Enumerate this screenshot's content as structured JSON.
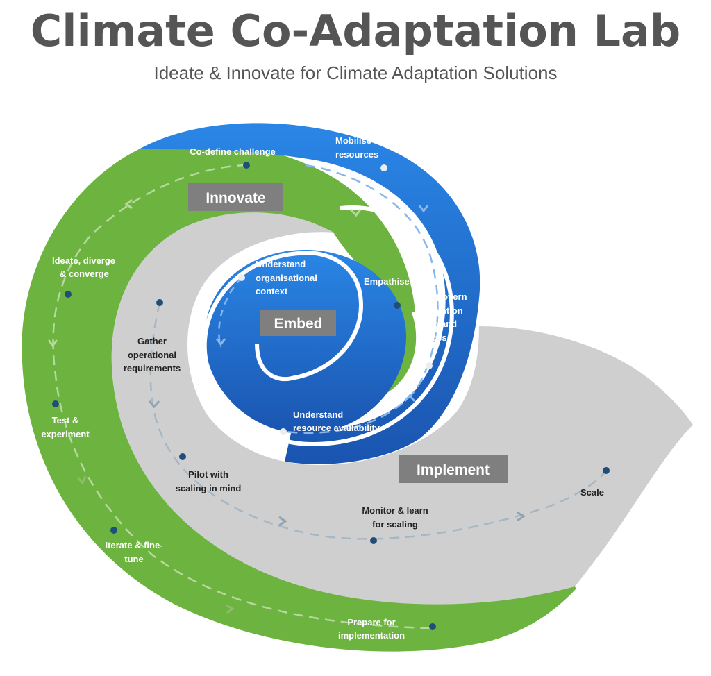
{
  "header": {
    "title": "Climate Co-Adaptation Lab",
    "subtitle": "Ideate & Innovate for Climate Adaptation Solutions"
  },
  "phases": {
    "innovate": "Innovate",
    "embed": "Embed",
    "implement": "Implement"
  },
  "steps": {
    "co_define": "Co-define challenge",
    "mobilise_1": "Mobilise",
    "mobilise_2": "resources",
    "ideate_1": "Ideate, diverge",
    "ideate_2": "& converge",
    "understand_org_1": "Understand",
    "understand_org_2": "organisational",
    "understand_org_3": "context",
    "empathise": "Empathise",
    "self_govern_1": "Self-govern",
    "self_govern_2": "innovation",
    "self_govern_3": "team and",
    "self_govern_4": "process",
    "gather_1": "Gather",
    "gather_2": "operational",
    "gather_3": "requirements",
    "test_1": "Test &",
    "test_2": "experiment",
    "understand_res_1": "Understand",
    "understand_res_2": "resource availability",
    "pilot_1": "Pilot with",
    "pilot_2": "scaling in mind",
    "scale": "Scale",
    "monitor_1": "Monitor & learn",
    "monitor_2": "for scaling",
    "iterate_1": "Iterate & fine-",
    "iterate_2": "tune",
    "prepare_1": "Prepare for",
    "prepare_2": "implementation"
  },
  "colors": {
    "green": "#6db33f",
    "blue": "#1f6fd1",
    "blue_dark": "#1a5bb5",
    "grey": "#cfcfcf",
    "phase_box": "#7f7f7f",
    "dot_dark": "#1f4e79"
  }
}
